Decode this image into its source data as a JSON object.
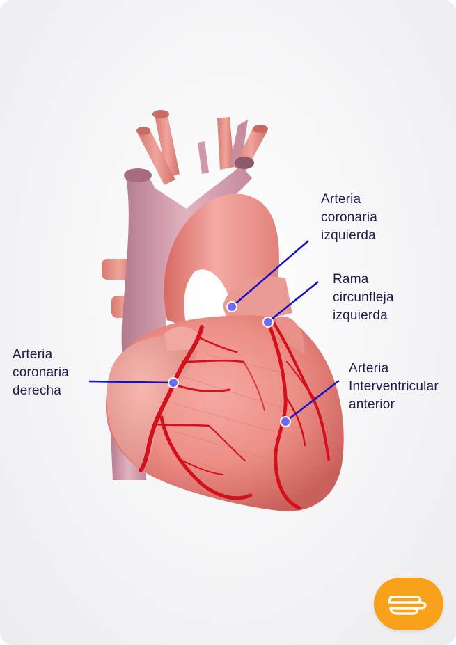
{
  "labels": {
    "left_coronary": "Arteria\ncoronaria\nizquierda",
    "circumflex": "Rama\ncircunfleja\nizquierda",
    "right_coronary": "Arteria\ncoronaria\nderecha",
    "anterior_interventricular": "Arteria\nInterventricular\nanterior"
  },
  "colors": {
    "pointer_line": "#1010c8",
    "pointer_dot": "#6f6cf0",
    "artery": "#d4101c",
    "fab_background": "#f8a21b"
  },
  "icons": {
    "fab": "hand-pointer-icon"
  }
}
